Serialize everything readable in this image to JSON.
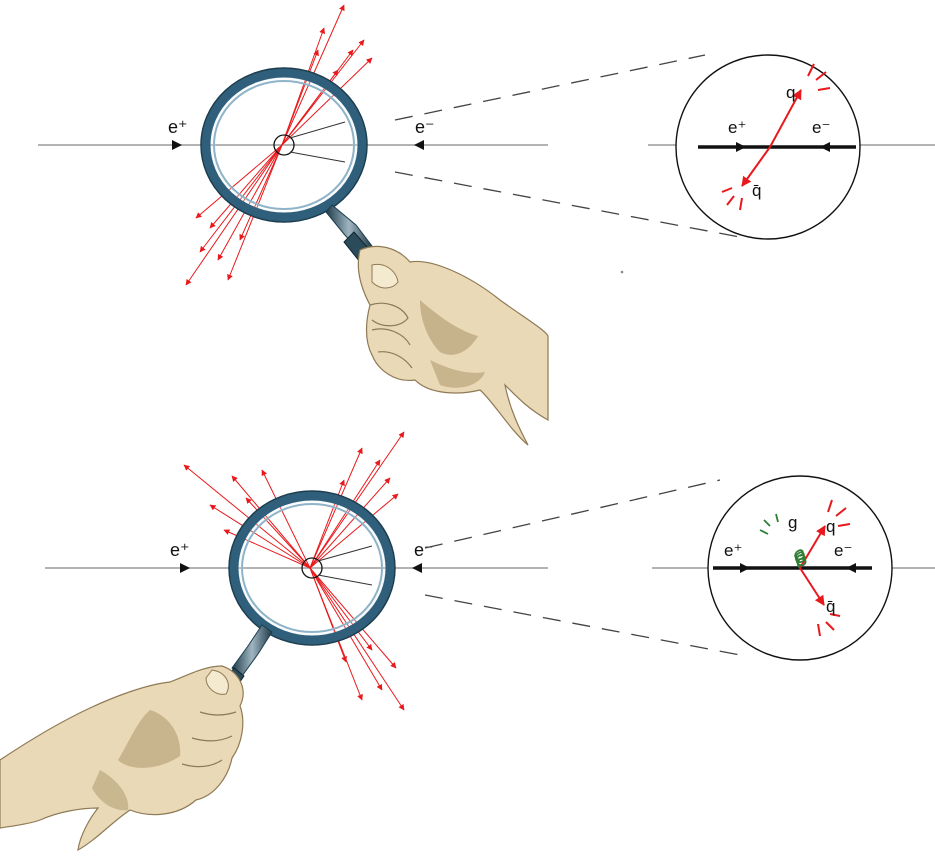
{
  "top_panel": {
    "beam_left_label": "e⁺",
    "beam_right_label": "e⁻",
    "zoom": {
      "positron_label": "e⁺",
      "electron_label": "e⁻",
      "quark_label": "q",
      "antiquark_label": "q̄"
    }
  },
  "bottom_panel": {
    "beam_left_label": "e⁺",
    "beam_right_label": "e⁻",
    "zoom": {
      "positron_label": "e⁺",
      "electron_label": "e⁻",
      "quark_label": "q",
      "antiquark_label": "q̄",
      "gluon_label": "g"
    }
  },
  "colors": {
    "beam_line": "#9a9a9a",
    "jet_track": "#e8191c",
    "quark_line": "#e8191c",
    "gluon": "#2e7d32",
    "lens_rim": "#2f5f7a",
    "hand_skin": "#e9d9b6",
    "hand_shadow": "#b9a47c"
  },
  "icons": [
    "magnifying-glass-icon",
    "hand-icon"
  ]
}
